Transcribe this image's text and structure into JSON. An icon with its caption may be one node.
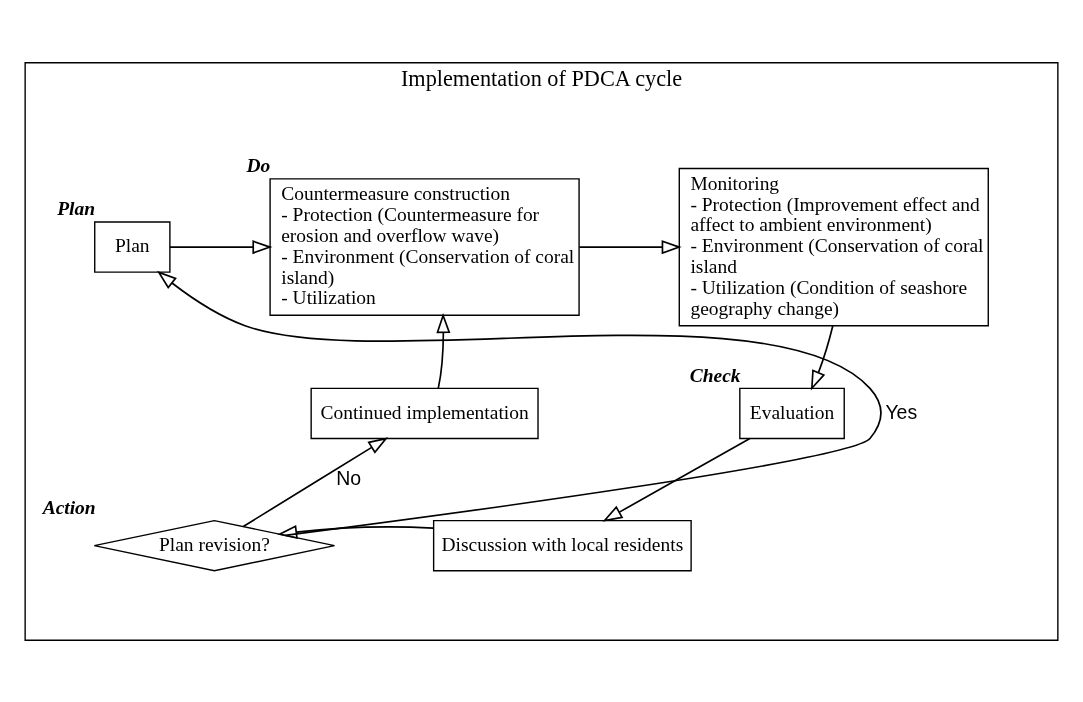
{
  "diagram": {
    "nodes": [
      {
        "text": [
          "Implementation of PDCA cycle"
        ]
      },
      {
        "text": [
          "Plan"
        ],
        "beside": [
          "Plan"
        ],
        "in": 0
      },
      {
        "text": [
          "Countermeasure construction",
          "- Protection (Countermeasure for erosion and overflow wave)",
          "- Environment (Conservation of coral island)",
          "- Utilization"
        ],
        "beside": [
          "Do"
        ],
        "in": 0
      },
      {
        "text": [
          "Monitoring",
          "- Protection (Improvement effect and affect to ambient environment)",
          "- Environment (Conservation of coral island",
          "- Utilization (Condition of seashore geography change)"
        ],
        "in": 0
      },
      {
        "text": [
          "Continued implementation"
        ],
        "in": 0
      },
      {
        "text": [
          "Evaluation"
        ],
        "beside": [
          "Check"
        ],
        "in": 0
      },
      {
        "text": [
          "Plan revision?"
        ],
        "beside": [
          "Action"
        ],
        "in": 0
      },
      {
        "text": [
          "Discussion with local residents"
        ],
        "in": 0
      }
    ],
    "edges": [
      {
        "from": 1,
        "to": 2,
        "arrow": "to"
      },
      {
        "from": 2,
        "to": 3,
        "arrow": "to"
      },
      {
        "from": 3,
        "to": 5,
        "arrow": "to"
      },
      {
        "from": 5,
        "to": 7,
        "arrow": "to"
      },
      {
        "from": 7,
        "to": 6,
        "arrow": "to"
      },
      {
        "from": 6,
        "to": 4,
        "arrow": "to",
        "label": "No"
      },
      {
        "from": 4,
        "to": 2,
        "arrow": "to"
      },
      {
        "from": 6,
        "to": 1,
        "arrow": "to",
        "label": "Yes"
      }
    ]
  }
}
